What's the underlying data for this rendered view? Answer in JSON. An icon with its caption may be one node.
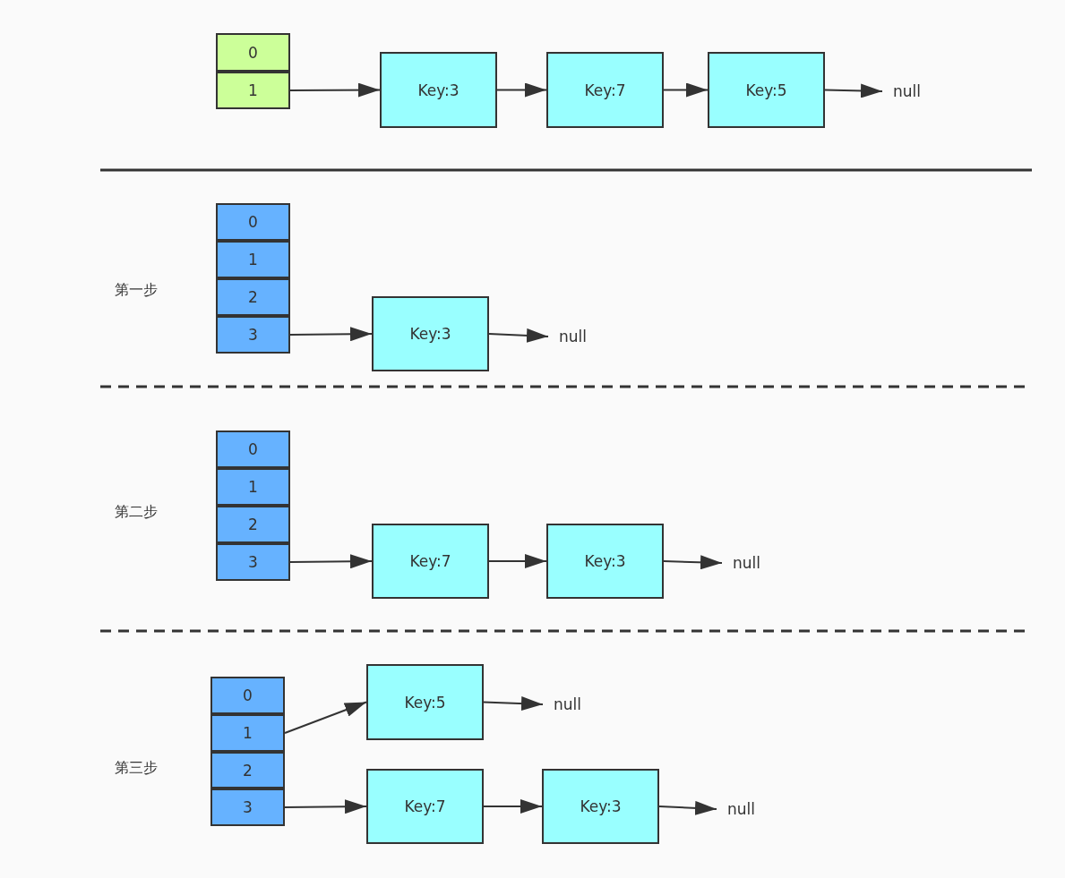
{
  "diagram": {
    "nodes": [
      {
        "text": [
          "0"
        ]
      },
      {
        "text": [
          "1"
        ]
      },
      {
        "text": [
          "Key:3"
        ]
      },
      {
        "text": [
          "Key:7"
        ]
      },
      {
        "text": [
          "Key:5"
        ]
      },
      {
        "text": [
          "null"
        ]
      },
      {
        "text": [
          "0"
        ]
      },
      {
        "text": [
          "1"
        ]
      },
      {
        "text": [
          "2"
        ]
      },
      {
        "text": [
          "3"
        ]
      },
      {
        "text": [
          "Key:3"
        ]
      },
      {
        "text": [
          "null"
        ]
      },
      {
        "text": [
          "0"
        ]
      },
      {
        "text": [
          "1"
        ]
      },
      {
        "text": [
          "2"
        ]
      },
      {
        "text": [
          "3"
        ]
      },
      {
        "text": [
          "Key:7"
        ]
      },
      {
        "text": [
          "Key:3"
        ]
      },
      {
        "text": [
          "null"
        ]
      },
      {
        "text": [
          "0"
        ]
      },
      {
        "text": [
          "1"
        ]
      },
      {
        "text": [
          "2"
        ]
      },
      {
        "text": [
          "3"
        ]
      },
      {
        "text": [
          "Key:5"
        ]
      },
      {
        "text": [
          "null"
        ]
      },
      {
        "text": [
          "Key:7"
        ]
      },
      {
        "text": [
          "Key:3"
        ]
      },
      {
        "text": [
          "null"
        ]
      }
    ],
    "edges": [
      {
        "from": 1,
        "to": 2,
        "arrow": "to"
      },
      {
        "from": 2,
        "to": 3,
        "arrow": "to"
      },
      {
        "from": 3,
        "to": 4,
        "arrow": "to"
      },
      {
        "from": 4,
        "to": 5,
        "arrow": "to"
      },
      {
        "from": 9,
        "to": 10,
        "arrow": "to"
      },
      {
        "from": 10,
        "to": 11,
        "arrow": "to"
      },
      {
        "from": 15,
        "to": 16,
        "arrow": "to"
      },
      {
        "from": 16,
        "to": 17,
        "arrow": "to"
      },
      {
        "from": 17,
        "to": 18,
        "arrow": "to"
      },
      {
        "from": 20,
        "to": 23,
        "arrow": "to"
      },
      {
        "from": 23,
        "to": 24,
        "arrow": "to"
      },
      {
        "from": 22,
        "to": 25,
        "arrow": "to"
      },
      {
        "from": 25,
        "to": 26,
        "arrow": "to"
      },
      {
        "from": 26,
        "to": 27,
        "arrow": "to"
      }
    ],
    "labels": [
      "第一步",
      "第二步",
      "第三步"
    ]
  }
}
